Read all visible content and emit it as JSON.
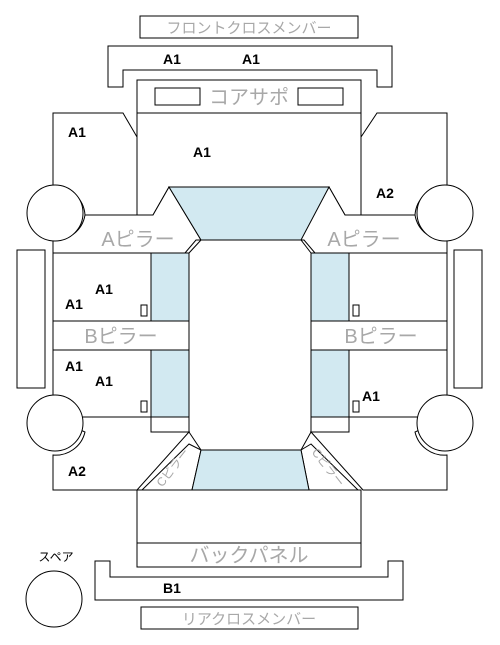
{
  "labels": {
    "front_cross_member": "フロントクロスメンバー",
    "core_support": "コアサポ",
    "a_pillar": "Aピラー",
    "b_pillar": "Bピラー",
    "c_pillar": "Cピラー",
    "back_panel": "バックパネル",
    "rear_cross_member": "リアクロスメンバー",
    "spare": "スペア"
  },
  "codes": {
    "front_cross_left": "A1",
    "front_cross_right": "A1",
    "left_front_fender": "A1",
    "hood": "A1",
    "right_front_fender": "A2",
    "left_front_door_a": "A1",
    "left_front_door_b": "A1",
    "left_rear_door_a": "A1",
    "left_rear_door_b": "A1",
    "right_rear_door": "A1",
    "left_quarter": "A2",
    "rear_cross": "B1"
  },
  "colors": {
    "glass": "#d2e9f1",
    "outline": "#000000",
    "part_label": "#a8a8a8"
  }
}
